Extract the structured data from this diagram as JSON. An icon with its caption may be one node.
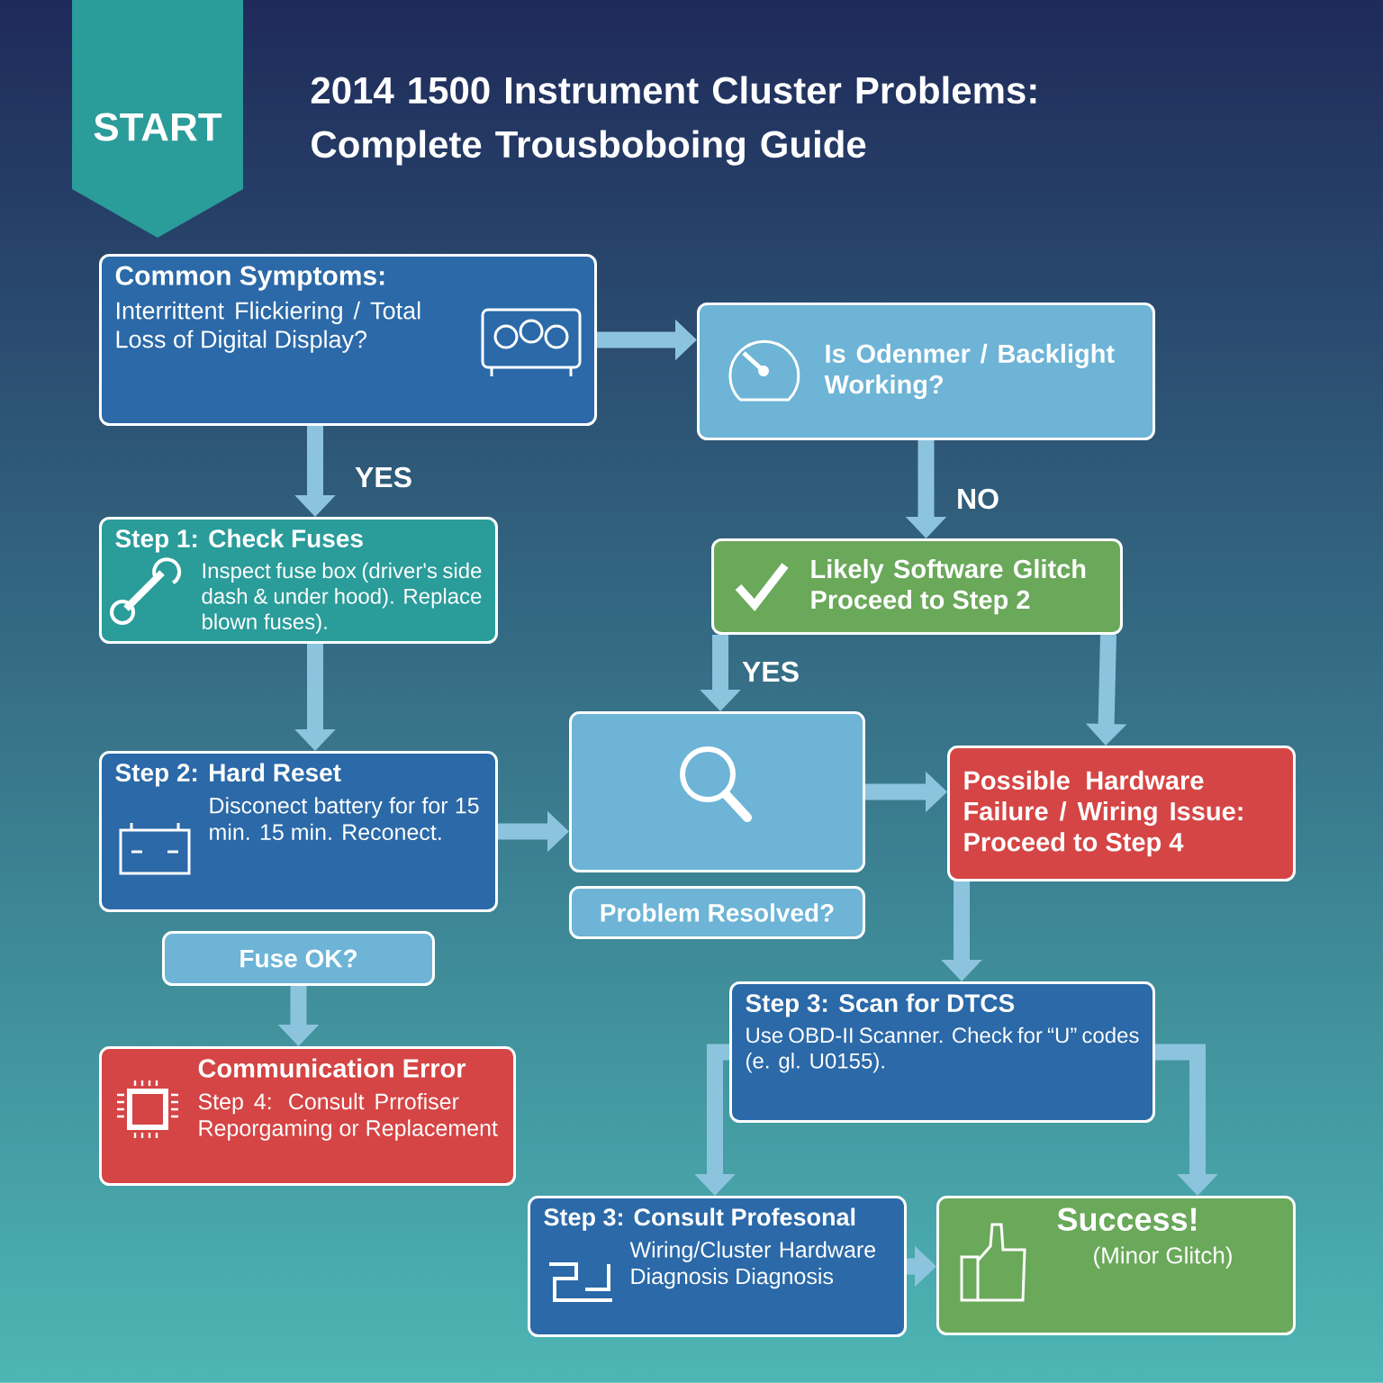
{
  "diagram": {
    "title": "2014 1500 Instrument Cluster Problems: Complete Trousboboing Guide",
    "nodes": [
      {
        "text": [
          "START"
        ]
      },
      {
        "text": [
          "Common Symptoms:",
          "Interrittent Flickiering / Total Loss of Digital Display?"
        ]
      },
      {
        "text": [
          "Is Odenmer / Backlight Working?"
        ]
      },
      {
        "text": [
          "Step 1: Check Fuses",
          "Inspect fuse box (driver's side dash & under hood). Replace blown fuses)."
        ]
      },
      {
        "text": [
          "Likely Software Glitch Proceed to Step 2"
        ]
      },
      {
        "text": [
          "Step 2: Hard Reset",
          "Disconect battery for for 15 min. 15 min. Reconect."
        ]
      },
      {
        "text": [],
        "shape": "box"
      },
      {
        "text": [
          "Problem Resolved?"
        ]
      },
      {
        "text": [
          "Possible Hardware Failure / Wiring Issue: Proceed to Step 4"
        ]
      },
      {
        "text": [
          "Fuse OK?"
        ]
      },
      {
        "text": [
          "Communication Error",
          "Step 4: Consult Prrofiser Reporgaming or Replacement"
        ]
      },
      {
        "text": [
          "Step 3: Scan for DTCS",
          "Use OBD-II Scanner. Check for “U” codes (e. gl. U0155)."
        ]
      },
      {
        "text": [
          "Step 3: Consult Profesonal",
          "Wiring/Cluster Hardware Diagnosis Diagnosis"
        ]
      },
      {
        "text": [
          "Success!",
          "(Minor Glitch)"
        ]
      }
    ],
    "edges": [
      {
        "from": 1,
        "to": 2,
        "arrow": "to"
      },
      {
        "from": 1,
        "to": 3,
        "arrow": "to",
        "label": "YES"
      },
      {
        "from": 2,
        "to": 4,
        "arrow": "to",
        "label": "NO"
      },
      {
        "from": 3,
        "to": 5,
        "arrow": "to"
      },
      {
        "from": 4,
        "to": 6,
        "arrow": "to",
        "label": "YES"
      },
      {
        "from": 4,
        "to": 8,
        "arrow": "to"
      },
      {
        "from": 5,
        "to": 6,
        "arrow": "to"
      },
      {
        "from": 6,
        "to": 8,
        "arrow": "to"
      },
      {
        "from": 9,
        "to": 10,
        "arrow": "to"
      },
      {
        "from": 8,
        "to": 11,
        "arrow": "to"
      },
      {
        "from": 11,
        "to": 12,
        "arrow": "to"
      },
      {
        "from": 11,
        "to": 13,
        "arrow": "to"
      },
      {
        "from": 12,
        "to": 13,
        "arrow": "to"
      }
    ]
  }
}
